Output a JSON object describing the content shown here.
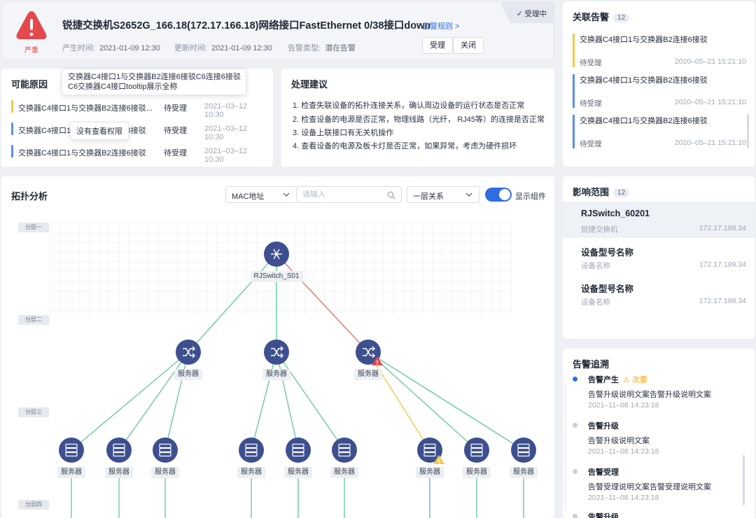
{
  "header": {
    "severity_label": "严重",
    "title": "锐捷交换机S2652G_166.18(172.17.166.18)网络接口FastEthernet 0/38接口down",
    "rule_link": "告警规则 >",
    "created_label": "产生时间:",
    "created_value": "2021-01-09  12:30",
    "updated_label": "更新时间:",
    "updated_value": "2021-01-09  12:30",
    "type_label": "告警类型:",
    "type_value": "潜在告警",
    "accept_button": "受理",
    "close_button": "关闭",
    "status_corner": "✓ 受理中"
  },
  "cause": {
    "title": "可能原因",
    "tooltip_full": "交换器C4接口1与交换器B2连接6接驳C6连接6接驳\nC6交换器C4接口tooltip展示全称",
    "tooltip_noperm": "没有查看权限",
    "rows": [
      {
        "name": "交换器C4接口1与交换器B2连接6接驳...",
        "status": "待受理",
        "time": "2021–03–12 10:30",
        "color": "#f5c842"
      },
      {
        "name": "交换器C4接口1与交换器B2连接6接驳",
        "status": "待受理",
        "time": "2021–03–12 10:30",
        "color": "#5b8cf0"
      },
      {
        "name": "交换器C4接口1与交换器B2连接6接驳",
        "status": "待受理",
        "time": "2021–03–12 10:30",
        "color": "#5b8cf0"
      }
    ]
  },
  "advice": {
    "title": "处理建议",
    "lines": [
      "1. 检查失联设备的拓扑连接关系，确认周边设备的运行状态是否正常",
      "2. 检查设备的电源是否正常，物理线路（光纤，  RJ45等）的连接是否正常",
      "3. 设备上联接口有无关机操作",
      "4. 查看设备的电源及板卡灯是否正常，如果异常，考虑为硬件损坏"
    ]
  },
  "related": {
    "title": "关联告警",
    "count": "12",
    "items": [
      {
        "title": "交换器C4接口1与交换器B2连接6接驳",
        "status": "待受理",
        "time": "2020–05–21 15:21:10",
        "color": "#f5c842"
      },
      {
        "title": "交换器C4接口1与交换器B2连接6接驳",
        "status": "待受理",
        "time": "2020–05–21 15:21:10",
        "color": "#5b8cf0"
      },
      {
        "title": "交换器C4接口1与交换器B2连接6接驳",
        "status": "待受理",
        "time": "2020–05–21 15:21:10",
        "color": "#5b8cf0"
      }
    ]
  },
  "scope": {
    "title": "影响范围",
    "count": "12",
    "items": [
      {
        "name": "RJSwitch_60201",
        "type": "锐捷交换机",
        "ip": "172.17.189.34"
      },
      {
        "name": "设备型号名称",
        "type": "设备名称",
        "ip": "172.17.189.34"
      },
      {
        "name": "设备型号名称",
        "type": "设备名称",
        "ip": "172.17.189.34"
      }
    ]
  },
  "trace": {
    "title": "告警追溯",
    "minor_label": "次要",
    "items": [
      {
        "title": "告警产生",
        "desc": "告警升级说明文案告警升级说明文案",
        "time": "2021–11–08 14:23:18"
      },
      {
        "title": "告警升级",
        "desc": "告警升级说明文案",
        "time": "2021–11–08 14:23:18"
      },
      {
        "title": "告警受理",
        "desc": "告警受理说明文案告警受理说明文案",
        "time": "2021–11–08 14:23:18"
      },
      {
        "title": "告警升级",
        "desc": "",
        "time": ""
      }
    ]
  },
  "topology": {
    "title": "拓扑分析",
    "field_select": "MAC地址",
    "search_placeholder": "请输入",
    "relation_select": "一层关系",
    "toggle_label": "显示组件",
    "layers": [
      "分层一",
      "分层二",
      "分层三",
      "分层四"
    ],
    "root_label": "RJSwitch_S01",
    "server_label": "服务器",
    "colors": {
      "node": "#3d4f8f",
      "link_ok": "#6cc9a0",
      "link_down": "#e2796a",
      "link_warn": "#f2c94c",
      "link_info": "#8ea2e6"
    }
  }
}
